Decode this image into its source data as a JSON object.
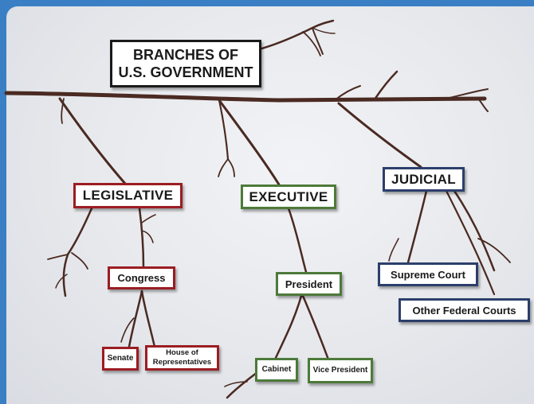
{
  "diagram": {
    "title_line1": "BRANCHES OF",
    "title_line2": "U.S. GOVERNMENT",
    "legislative": {
      "label": "LEGISLATIVE",
      "body": "Congress",
      "members": [
        "Senate",
        "House of Representatives"
      ]
    },
    "executive": {
      "label": "EXECUTIVE",
      "head": "President",
      "members": [
        "Cabinet",
        "Vice President"
      ]
    },
    "judicial": {
      "label": "JUDICIAL",
      "courts": [
        "Supreme Court",
        "Other Federal Courts"
      ]
    },
    "colors": {
      "legislative": "#9b1d22",
      "executive": "#4d7a3a",
      "judicial": "#2c3f6b",
      "title": "#1a1a1a",
      "branch": "#4a2a22"
    }
  }
}
